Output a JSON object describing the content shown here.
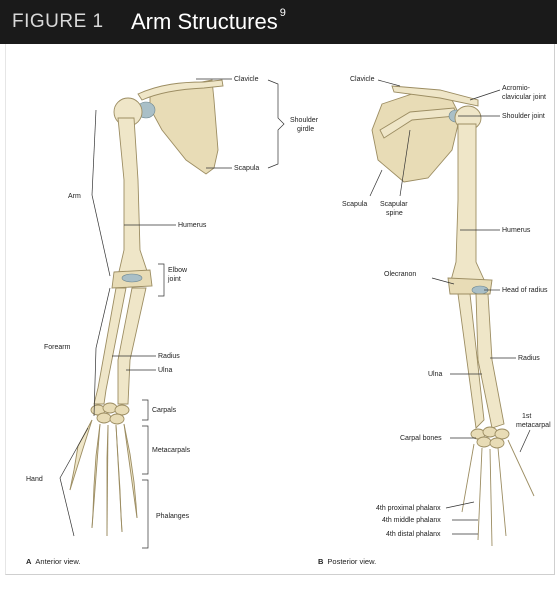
{
  "header": {
    "figure": "FIGURE 1",
    "title": "Arm Structures",
    "sup": "9"
  },
  "anterior": {
    "labels": {
      "clavicle": "Clavicle",
      "shoulder_girdle_1": "Shoulder",
      "shoulder_girdle_2": "girdle",
      "scapula": "Scapula",
      "arm": "Arm",
      "humerus": "Humerus",
      "elbow_1": "Elbow",
      "elbow_2": "joint",
      "forearm": "Forearm",
      "radius": "Radius",
      "ulna": "Ulna",
      "carpals": "Carpals",
      "metacarpals": "Metacarpals",
      "hand": "Hand",
      "phalanges": "Phalanges"
    },
    "caption_letter": "A",
    "caption_text": "Anterior view."
  },
  "posterior": {
    "labels": {
      "clavicle": "Clavicle",
      "acromio_1": "Acromio-",
      "acromio_2": "clavicular joint",
      "shoulder_joint": "Shoulder joint",
      "scapula": "Scapula",
      "scapular_spine_1": "Scapular",
      "scapular_spine_2": "spine",
      "humerus": "Humerus",
      "olecranon": "Olecranon",
      "head_of_radius": "Head of radius",
      "radius": "Radius",
      "ulna": "Ulna",
      "first_metacarpal_1": "1st",
      "first_metacarpal_2": "metacarpal",
      "carpal_bones": "Carpal bones",
      "proximal_phalanx": "4th proximal phalanx",
      "middle_phalanx": "4th middle phalanx",
      "distal_phalanx": "4th distal phalanx"
    },
    "caption_letter": "B",
    "caption_text": "Posterior view."
  }
}
